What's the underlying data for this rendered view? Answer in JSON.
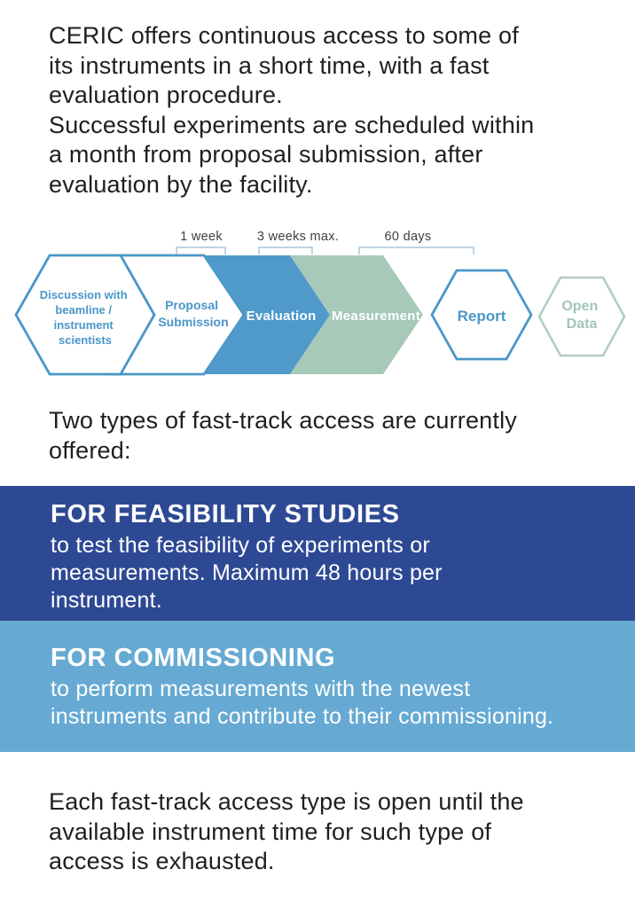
{
  "colors": {
    "accent_blue": "#4a96c8",
    "solid_blue_chevron": "#4f9aca",
    "sage_green_chevron": "#a6c9b9",
    "open_data_green": "#b2cdc2",
    "navy_box": "#2e4994",
    "light_blue_box": "#66aad3",
    "body_text": "#1f1f1f"
  },
  "intro": "CERIC offers continuous access to some of\nits instruments in a short time, with a fast\nevaluation procedure.\nSuccessful experiments are scheduled within\na month from proposal submission, after\nevaluation by the facility.",
  "flow": {
    "durations": [
      "1 week",
      "3 weeks max.",
      "60 days"
    ],
    "steps": [
      {
        "lines": [
          "Discussion with",
          "beamline /",
          "instrument",
          "scientists"
        ]
      },
      {
        "lines": [
          "Proposal",
          "Submission"
        ]
      },
      {
        "lines": [
          "Evaluation"
        ]
      },
      {
        "lines": [
          "Measurement"
        ]
      },
      {
        "lines": [
          "Report"
        ]
      },
      {
        "lines": [
          "Open",
          "Data"
        ]
      }
    ]
  },
  "two_types": "Two types of fast-track access are currently\noffered:",
  "boxes": [
    {
      "title": "FOR FEASIBILITY STUDIES",
      "body": "to test the feasibility of experiments or\nmeasurements. Maximum 48 hours per\ninstrument."
    },
    {
      "title": "FOR COMMISSIONING",
      "body": "to perform measurements with the newest\ninstruments and contribute to their commissioning."
    }
  ],
  "outro": "Each fast-track access type is open until the\navailable instrument time for such type of\naccess is exhausted."
}
